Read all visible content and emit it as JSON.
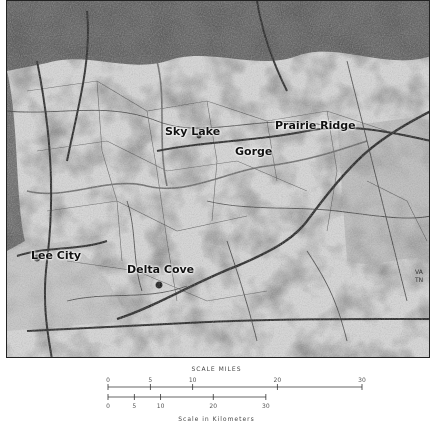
{
  "map": {
    "labels": {
      "sky_lake": "Sky Lake",
      "prairie": "Prairie Ridge",
      "gorge": "Gorge",
      "city_left": "Lee City",
      "city_center": "Delta Cove",
      "state_right": "VA",
      "state_right_2": "TN"
    }
  },
  "scale": {
    "title": "SCALE MILES",
    "mile_ticks": [
      "0",
      "5",
      "10",
      "20",
      "30"
    ],
    "km_ticks": [
      "0",
      "5",
      "10",
      "20",
      "30"
    ],
    "km_title": "Scale in Kilometers"
  },
  "colors": {
    "land": "#d7d7d7",
    "forest": "#7a7a7a",
    "road": "#111111",
    "water": "#555555"
  }
}
